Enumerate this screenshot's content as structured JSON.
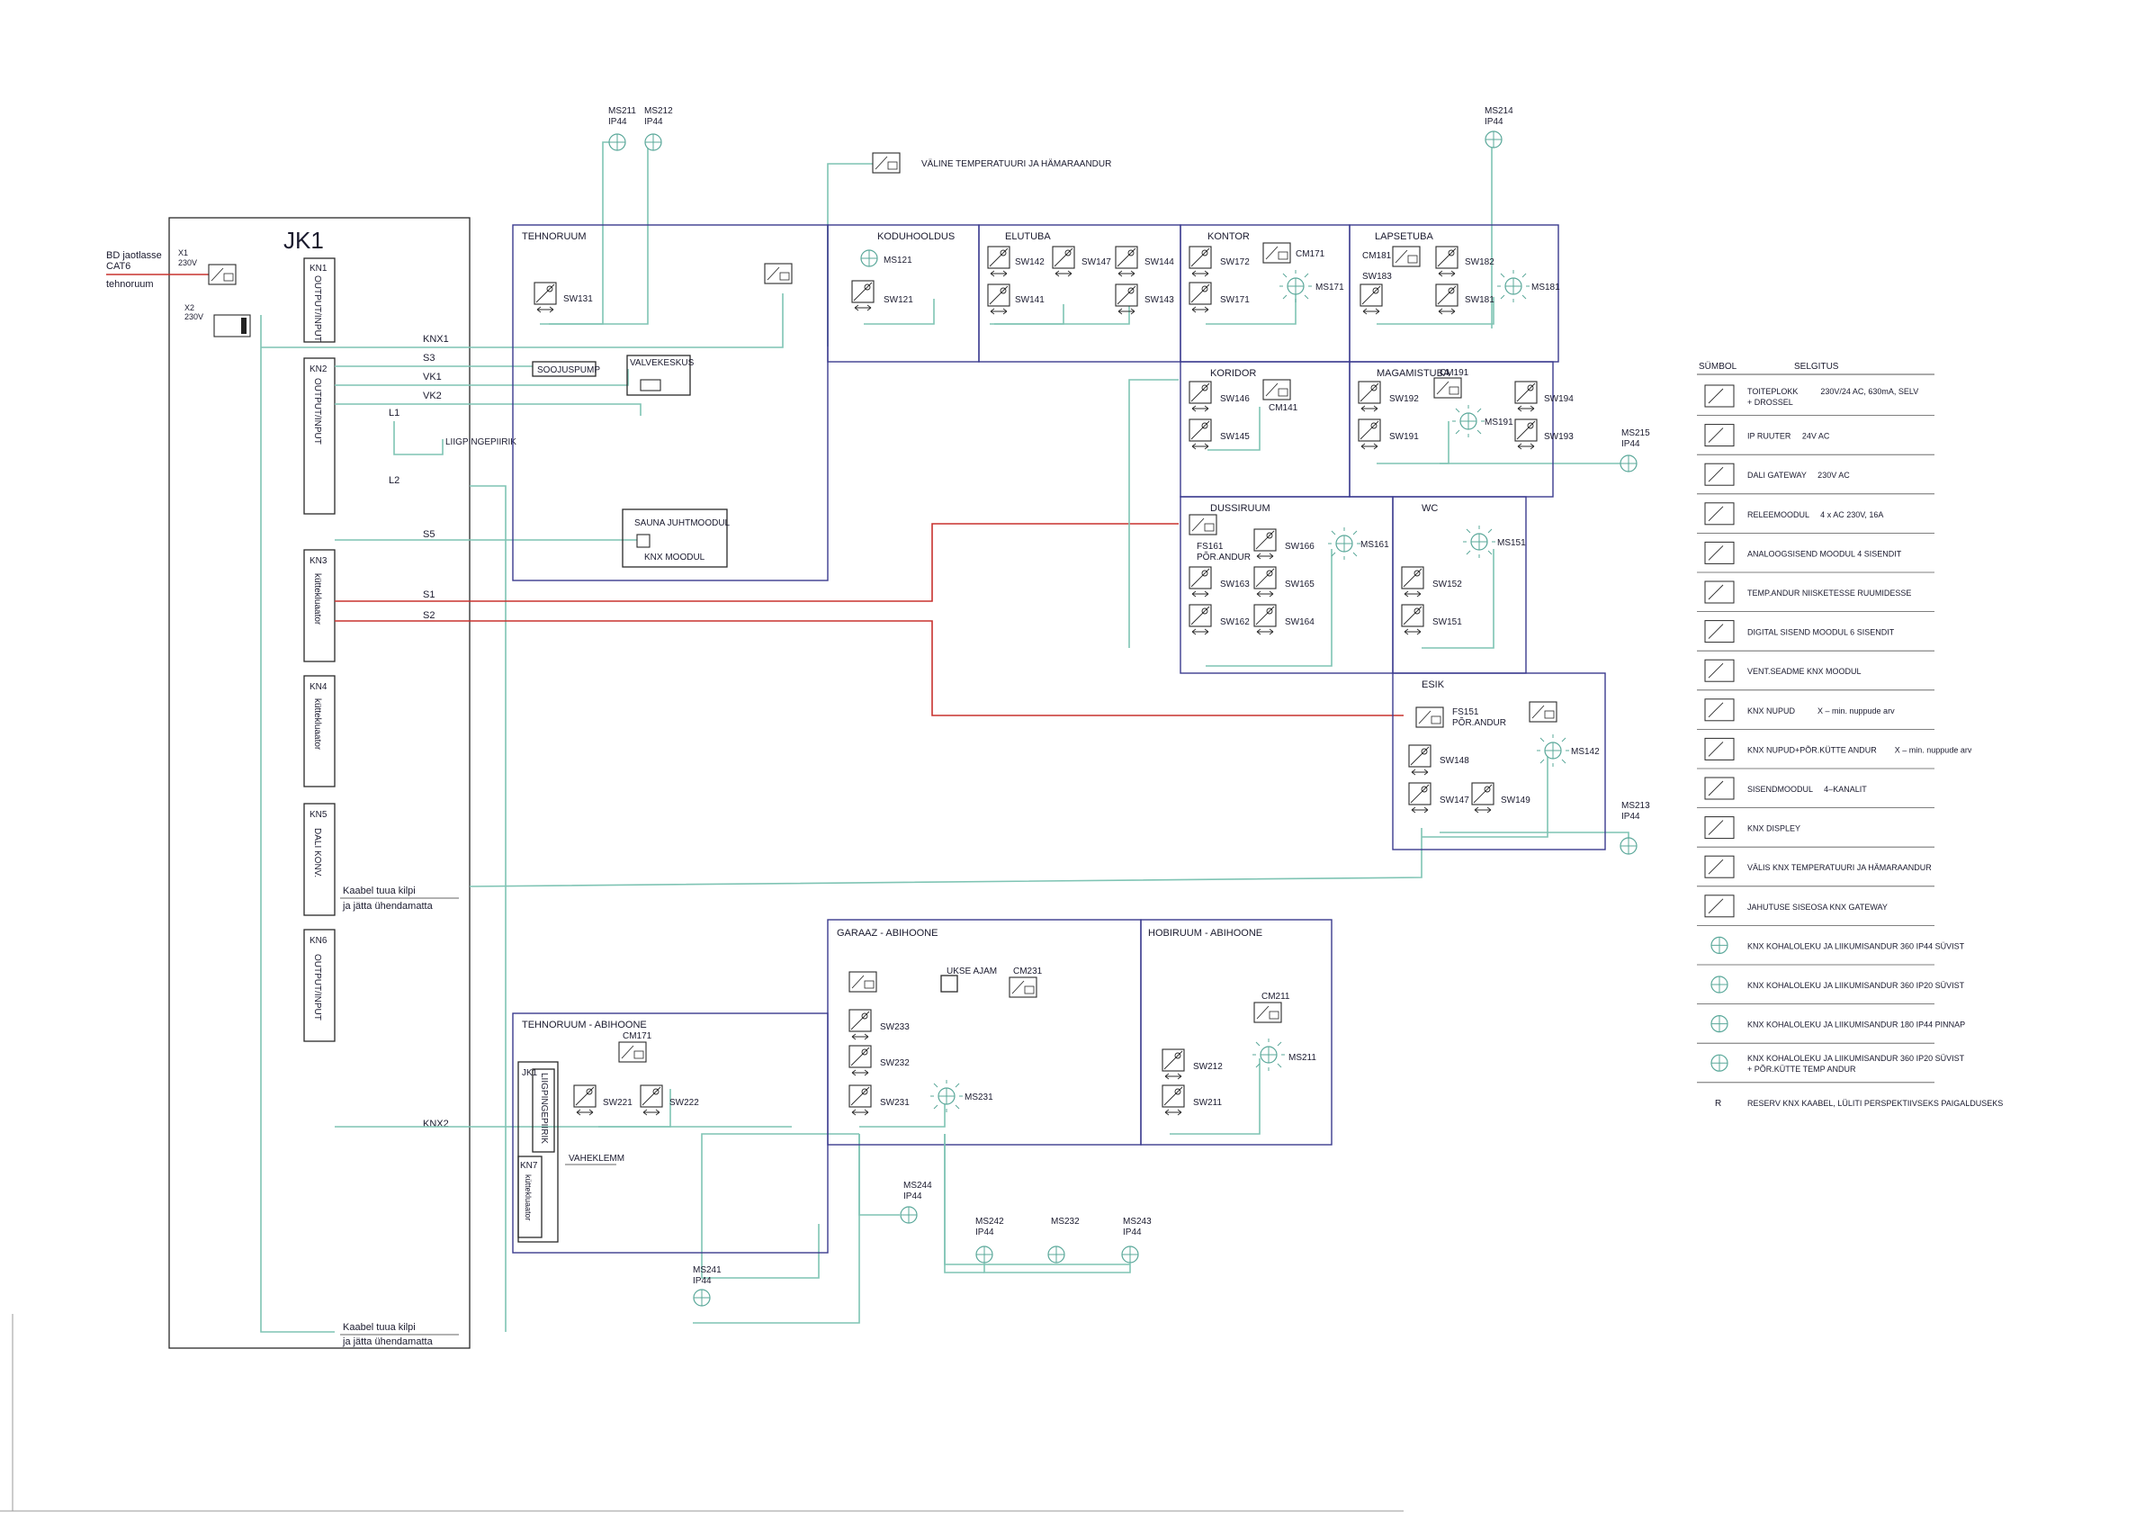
{
  "panel": {
    "title": "JK1",
    "feed": {
      "line1": "BD jaotlasse",
      "line2": "CAT6",
      "line3": "tehnoruum"
    },
    "x1": {
      "label": "X1",
      "volt": "230V"
    },
    "x2": {
      "label": "X2",
      "volt": "230V"
    },
    "modules": [
      {
        "id": "KN1",
        "text": "OUTPUT/INPUT"
      },
      {
        "id": "KN2",
        "text": "OUTPUT/INPUT"
      },
      {
        "id": "KN3",
        "text": "küttekluaator"
      },
      {
        "id": "KN4",
        "text": "küttekluaator"
      },
      {
        "id": "KN5",
        "text": "DALI KONV."
      },
      {
        "id": "KN6",
        "text": "OUTPUT/INPUT"
      }
    ],
    "lines": [
      "KNX1",
      "S3",
      "VK1",
      "VK2",
      "L1",
      "L2",
      "S5",
      "S1",
      "S2",
      "KNX2"
    ],
    "liig1": "LIIGPINGEPIIRIK",
    "cable_note_1": "Kaabel tuua kilpi",
    "cable_note_2": "ja jätta ühendamatta"
  },
  "rooms": {
    "tehnoruum": "TEHNORUUM",
    "koduhooldus": "KODUHOOLDUS",
    "elutuba": "ELUTUBA",
    "kontor": "KONTOR",
    "lapsetuba": "LAPSETUBA",
    "koridor": "KORIDOR",
    "magamistuba": "MAGAMISTUBA",
    "dussiruum": "DUSSIRUUM",
    "wc": "WC",
    "esik": "ESIK",
    "tehnoruum_abi": "TEHNORUUM - ABIHOONE",
    "garaaz_abi": "GARAAZ - ABIHOONE",
    "hobiruum_abi": "HOBIRUUM - ABIHOONE"
  },
  "equipment": {
    "soojuspump": "SOOJUSPUMP",
    "valvekeskus": "VALVEKESKUS",
    "sauna1": "SAUNA JUHTMOODUL",
    "sauna2": "KNX MOODUL",
    "outdoor_sensor": "VÄLINE TEMPERATUURI JA HÄMARAANDUR",
    "ukse_ajam": "UKSE AJAM",
    "vaheklemm": "VAHEKLEMM",
    "jk1_small": "JK1",
    "liig2": "LIIGPINGEPIIRIK",
    "kn7_id": "KN7",
    "kn7_text": "küttekluaator",
    "fs161_1": "FS161",
    "fs161_2": "PÕR.ANDUR",
    "fs151_1": "FS151",
    "fs151_2": "PÕR.ANDUR"
  },
  "labels": {
    "sw131": "SW131",
    "ms121": "MS121",
    "sw121": "SW121",
    "sw142": "SW142",
    "sw147e": "SW147",
    "sw144": "SW144",
    "sw141": "SW141",
    "sw143": "SW143",
    "sw172": "SW172",
    "sw171": "SW171",
    "cm171": "CM171",
    "ms171": "MS171",
    "cm181": "CM181",
    "sw183": "SW183",
    "sw182": "SW182",
    "sw181": "SW181",
    "ms181": "MS181",
    "sw146": "SW146",
    "cm141": "CM141",
    "sw145": "SW145",
    "cm191": "CM191",
    "sw192": "SW192",
    "sw191": "SW191",
    "ms191": "MS191",
    "sw194": "SW194",
    "sw193": "SW193",
    "sw166": "SW166",
    "ms161": "MS161",
    "sw163": "SW163",
    "sw165": "SW165",
    "sw162": "SW162",
    "sw164": "SW164",
    "ms151": "MS151",
    "sw152": "SW152",
    "sw151": "SW151",
    "ms142": "MS142",
    "sw148": "SW148",
    "sw147s": "SW147",
    "sw149": "SW149",
    "cm171a": "CM171",
    "sw221": "SW221",
    "sw222": "SW222",
    "cm231": "CM231",
    "sw233": "SW233",
    "sw232": "SW232",
    "sw231": "SW231",
    "ms231": "MS231",
    "cm211": "CM211",
    "sw212": "SW212",
    "sw211": "SW211",
    "ms211h": "MS211"
  },
  "outdoor": {
    "ms211": {
      "name": "MS211",
      "ip": "IP44"
    },
    "ms212": {
      "name": "MS212",
      "ip": "IP44"
    },
    "ms214": {
      "name": "MS214",
      "ip": "IP44"
    },
    "ms215": {
      "name": "MS215",
      "ip": "IP44"
    },
    "ms213": {
      "name": "MS213",
      "ip": "IP44"
    },
    "ms244": {
      "name": "MS244",
      "ip": "IP44"
    },
    "ms241": {
      "name": "MS241",
      "ip": "IP44"
    },
    "ms242": {
      "name": "MS242",
      "ip": "IP44"
    },
    "ms232": {
      "name": "MS232",
      "ip": ""
    },
    "ms243": {
      "name": "MS243",
      "ip": "IP44"
    }
  },
  "legend": {
    "col_symbol": "SÜMBOL",
    "col_desc": "SELGITUS",
    "rows": [
      {
        "text": "TOITEPLOKK          230V/24 AC, 630mA, SELV",
        "text2": "+ DROSSEL",
        "icon": "power-supply"
      },
      {
        "text": "IP RUUTER     24V AC",
        "text2": "",
        "icon": "ip-router"
      },
      {
        "text": "DALI GATEWAY     230V AC",
        "text2": "",
        "icon": "dali-gateway"
      },
      {
        "text": "RELEEMOODUL     4 x AC 230V, 16A",
        "text2": "",
        "icon": "relay-module"
      },
      {
        "text": "ANALOOGSISEND MOODUL 4 SISENDIT",
        "text2": "",
        "icon": "analog-input"
      },
      {
        "text": "TEMP.ANDUR NIISKETESSE RUUMIDESSE",
        "text2": "",
        "icon": "temp-sensor"
      },
      {
        "text": "DIGITAL SISEND MOODUL 6 SISENDIT",
        "text2": "",
        "icon": "digital-input"
      },
      {
        "text": "VENT.SEADME KNX MOODUL",
        "text2": "",
        "icon": "vent-module"
      },
      {
        "text": "KNX NUPUD          X – min. nuppude arv",
        "text2": "",
        "icon": "knx-button"
      },
      {
        "text": "KNX NUPUD+PÕR.KÜTTE ANDUR        X – min. nuppude arv",
        "text2": "",
        "icon": "knx-button-floor"
      },
      {
        "text": "SISENDMOODUL     4–KANALIT",
        "text2": "",
        "icon": "input-module"
      },
      {
        "text": "KNX DISPLEY",
        "text2": "",
        "icon": "knx-display"
      },
      {
        "text": "VÄLIS KNX TEMPERATUURI JA HÄMARAANDUR",
        "text2": "",
        "icon": "outdoor-sensor"
      },
      {
        "text": "JAHUTUSE SISEOSA KNX GATEWAY",
        "text2": "",
        "icon": "cooling-gateway"
      },
      {
        "text": "KNX KOHALOLEKU JA LIIKUMISANDUR 360 IP44 SÜVIST",
        "text2": "",
        "icon": "presence-360-ip44"
      },
      {
        "text": "KNX KOHALOLEKU JA LIIKUMISANDUR 360 IP20 SÜVIST",
        "text2": "",
        "icon": "presence-360-ip20"
      },
      {
        "text": "KNX KOHALOLEKU JA LIIKUMISANDUR 180 IP44 PINNAP",
        "text2": "",
        "icon": "presence-180"
      },
      {
        "text": "KNX KOHALOLEKU JA LIIKUMISANDUR 360 IP20 SÜVIST",
        "text2": "+ PÕR.KÜTTE TEMP ANDUR",
        "icon": "presence-temp"
      },
      {
        "text": "RESERV KNX KAABEL, LÜLITI PERSPEKTIIVSEKS PAIGALDUSEKS",
        "text2": "",
        "icon": "reserve-cable"
      }
    ]
  }
}
